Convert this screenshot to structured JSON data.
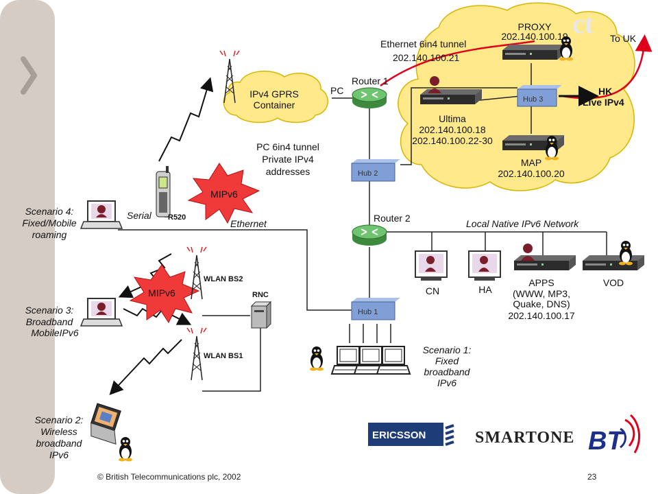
{
  "footer": {
    "copyright": "© British Telecommunications plc, 2002",
    "page_number": "23"
  },
  "title_fragment": "ct",
  "labels": {
    "proxy": "PROXY",
    "proxy_ip": "202.140.100.19",
    "to_uk": "To UK",
    "eth_tunnel": "Ethernet 6in4 tunnel",
    "eth_tunnel_ip": "202.140.100.21",
    "router1": "Router 1",
    "pc": "PC",
    "gprs_line1": "IPv4 GPRS",
    "gprs_line2": "Container",
    "hub3": "Hub 3",
    "hk": "HK",
    "hk_live": "Live IPv4",
    "ultima": "Ultima",
    "ultima_ip1": "202.140.100.18",
    "ultima_ip2": "202.140.100.22-30",
    "pc_tunnel_line1": "PC 6in4 tunnel",
    "pc_tunnel_line2": "Private IPv4",
    "pc_tunnel_line3": "addresses",
    "hub2": "Hub 2",
    "map": "MAP",
    "map_ip": "202.140.100.20",
    "mipv6_top": "MIPv6",
    "mipv6_bottom": "MIPv6",
    "serial": "Serial",
    "r520": "R520",
    "ethernet": "Ethernet",
    "router2": "Router 2",
    "local_native": "Local Native IPv6 Network",
    "scenario4_line1": "Scenario 4:",
    "scenario4_line2": "Fixed/Mobile",
    "scenario4_line3": "roaming",
    "wlan_bs2": "WLAN  BS2",
    "wlan_bs1": "WLAN  BS1",
    "rnc": "RNC",
    "cn": "CN",
    "ha": "HA",
    "apps_line1": "APPS",
    "apps_line2": "(WWW, MP3,",
    "apps_line3": "Quake, DNS)",
    "apps_ip": "202.140.100.17",
    "vod": "VOD",
    "hub1": "Hub 1",
    "scenario3_line1": "Scenario 3:",
    "scenario3_line2": "Broadband",
    "scenario3_line3": "MobileIPv6",
    "scenario1_line1": "Scenario 1:",
    "scenario1_line2": "Fixed",
    "scenario1_line3": "broadband",
    "scenario1_line4": "IPv6",
    "scenario2_line1": "Scenario 2:",
    "scenario2_line2": "Wireless",
    "scenario2_line3": "broadband",
    "scenario2_line4": "IPv6"
  },
  "logos": {
    "ericsson": "ERICSSON",
    "smartone": "SMARTONE",
    "bt": "BT"
  },
  "colors": {
    "cloud": "#ffe98a",
    "burst": "#f03a3a",
    "router": "#55aa55",
    "hub": "#7f9fd6",
    "sidebar": "#d5ccc6",
    "tunnel": "#e0001b"
  },
  "icons": [
    "chevron-right-icon",
    "antenna-icon",
    "router-icon",
    "server-icon",
    "laptop-icon",
    "phone-icon",
    "tux-icon",
    "terminal-icon"
  ]
}
